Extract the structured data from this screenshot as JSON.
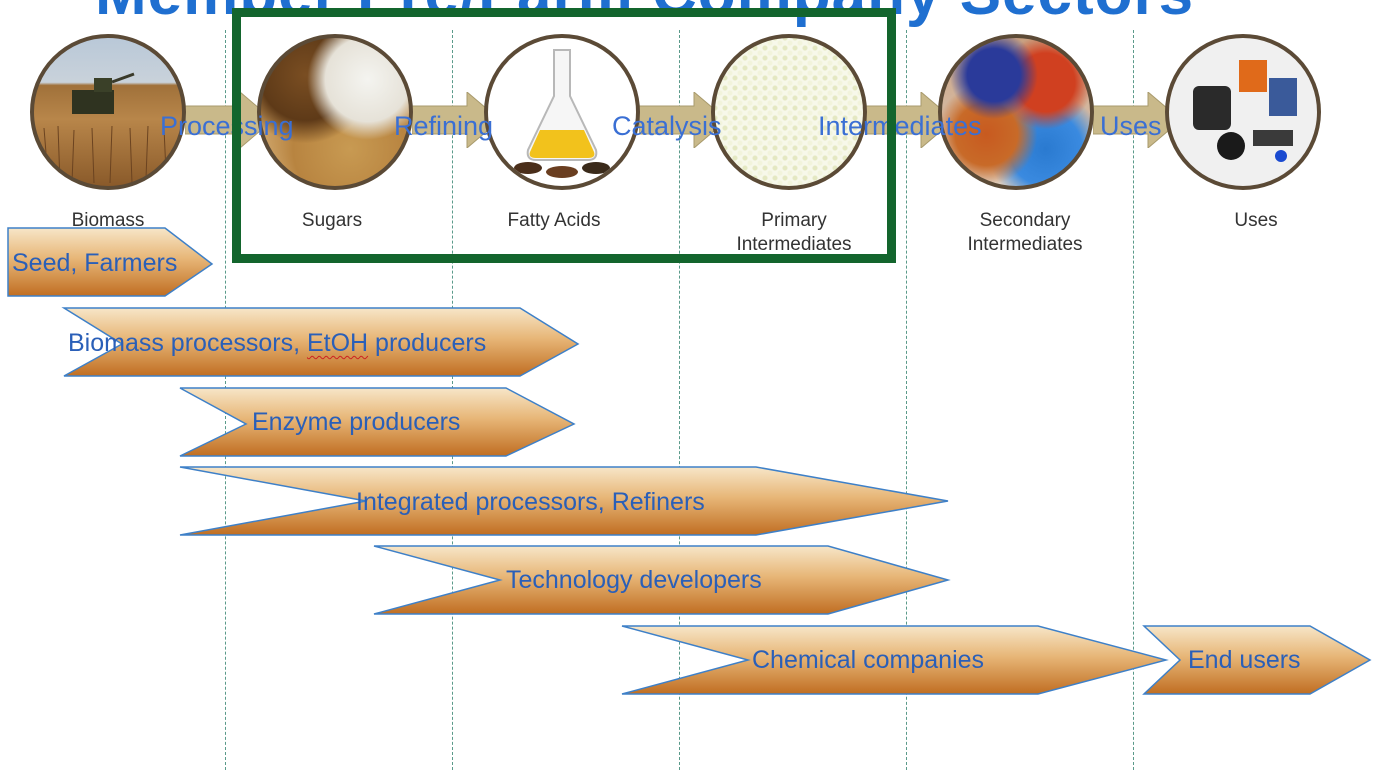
{
  "title": "Member Pre/Farm Company Sectors",
  "flow_labels": [
    "Processing",
    "Refining",
    "Catalysis",
    "Intermediates",
    "Uses"
  ],
  "stages": [
    {
      "label": "Biomass",
      "label2": ""
    },
    {
      "label": "Sugars",
      "label2": ""
    },
    {
      "label": "Fatty Acids",
      "label2": ""
    },
    {
      "label": "Primary",
      "label2": "Intermediates"
    },
    {
      "label": "Secondary",
      "label2": "Intermediates"
    },
    {
      "label": "Uses",
      "label2": ""
    }
  ],
  "sectors": {
    "seed_farmers": "Seed, Farmers",
    "biomass_pre": "Biomass processors, ",
    "biomass_etoh": "EtOH",
    "biomass_post": " producers",
    "enzyme": "Enzyme producers",
    "integrated": "Integrated processors, Refiners",
    "technology": "Technology developers",
    "chemical": "Chemical companies",
    "end_users": "End users"
  },
  "colors": {
    "title": "#1f6fd0",
    "flow_label": "#3a6fd4",
    "highlight_box": "#13652d",
    "chevron_light": "#f5e2c4",
    "chevron_dark": "#c8782a",
    "chevron_stroke": "#4a86c8"
  }
}
